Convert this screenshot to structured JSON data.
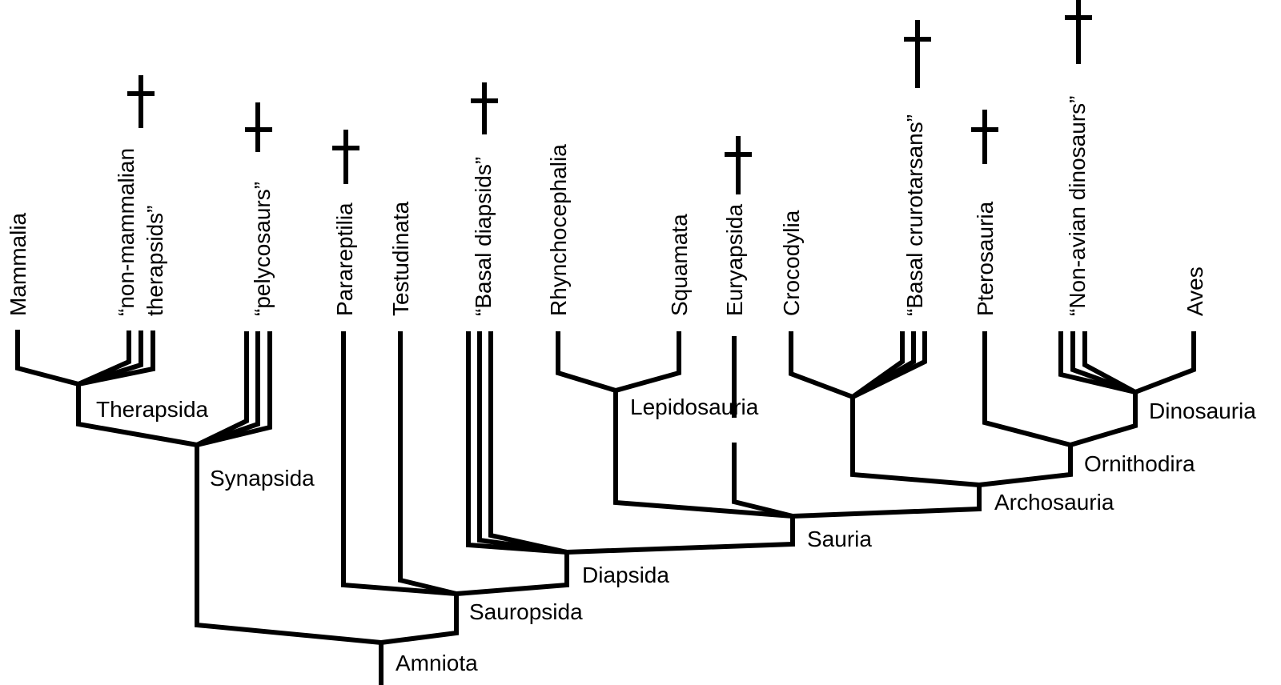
{
  "taxa": {
    "mammalia": "Mammalia",
    "therapsids": [
      "“non-mammalian",
      "therapsids”"
    ],
    "pelycosaurs": "“pelycosaurs”",
    "parareptilia": "Parareptilia",
    "testudinata": "Testudinata",
    "basal_diapsids": "“Basal diapsids”",
    "rhynchocephalia": "Rhynchocephalia",
    "squamata": "Squamata",
    "euryapsida": "Euryapsida",
    "crocodylia": "Crocodylia",
    "basal_crurotarsans": "“Basal crurotarsans”",
    "pterosauria": "Pterosauria",
    "non_avian_dinosaurs": "“Non-avian dinosaurs”",
    "aves": "Aves"
  },
  "clades": {
    "amniota": "Amniota",
    "synapsida": "Synapsida",
    "therapsida": "Therapsida",
    "sauropsida": "Sauropsida",
    "diapsida": "Diapsida",
    "sauria": "Sauria",
    "lepidosauria": "Lepidosauria",
    "archosauria": "Archosauria",
    "ornithodira": "Ornithodira",
    "dinosauria": "Dinosauria"
  },
  "extinct_symbol": "dagger-icon",
  "extinct_taxa": [
    "therapsids",
    "pelycosaurs",
    "parareptilia",
    "basal_diapsids",
    "euryapsida",
    "basal_crurotarsans",
    "pterosauria",
    "non_avian_dinosaurs"
  ]
}
